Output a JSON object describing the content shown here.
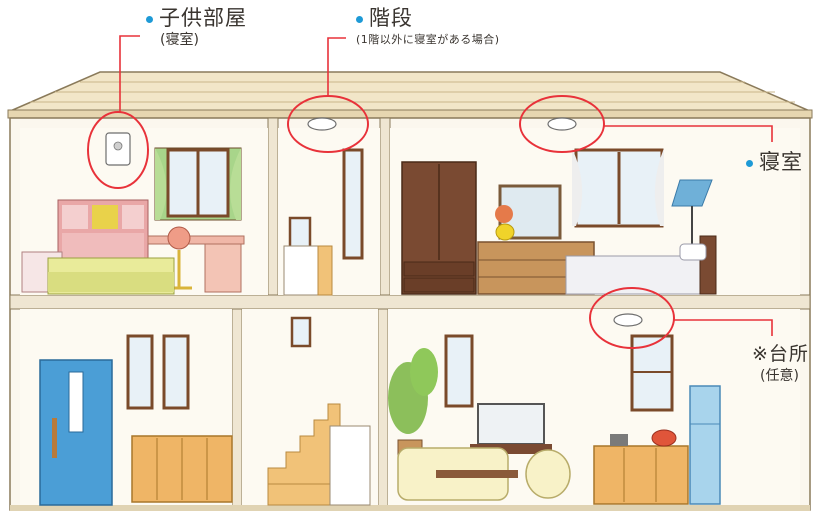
{
  "labels": {
    "kids_room": {
      "title": "子供部屋",
      "sub": "(寝室)"
    },
    "stairs": {
      "title": "階段",
      "sub": "(1階以外に寝室がある場合)"
    },
    "bedroom": {
      "title": "寝室"
    },
    "kitchen": {
      "mark": "※",
      "title": "台所",
      "sub": "(任意)"
    }
  },
  "colors": {
    "dot": "#1e9ad6",
    "highlight_circle": "#e8323a",
    "callout_line": "#e8323a"
  }
}
